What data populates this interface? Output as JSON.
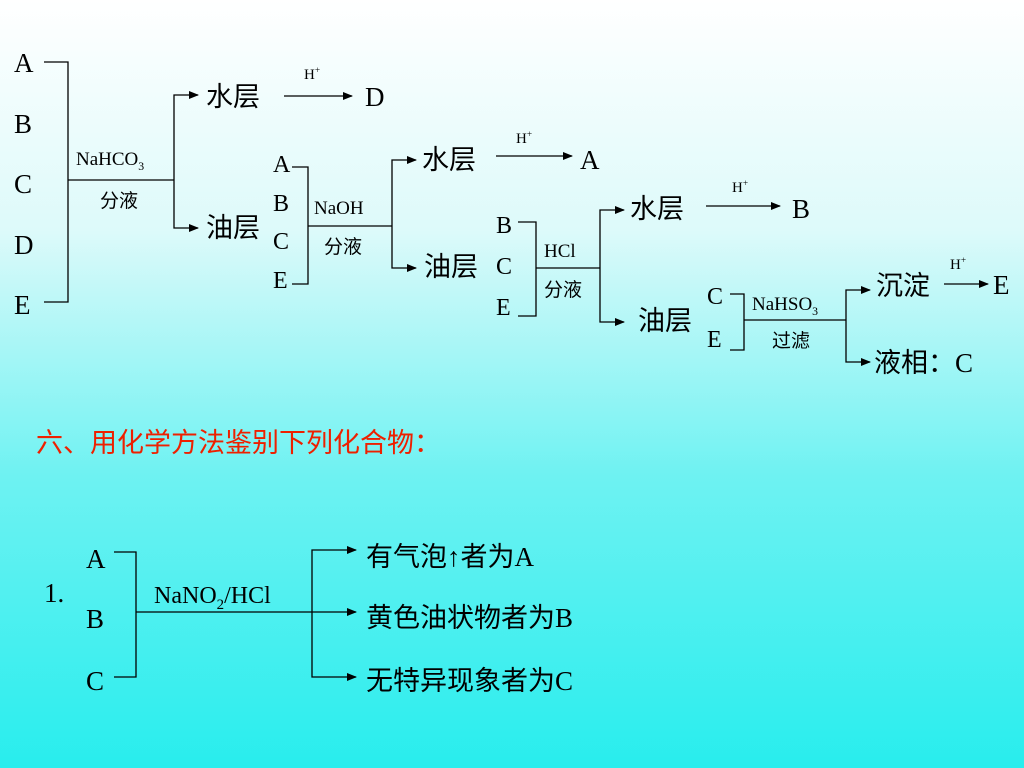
{
  "scheme1": {
    "mixture": [
      "A",
      "B",
      "C",
      "D",
      "E"
    ],
    "step1": {
      "reagent_main": "NaHCO",
      "reagent_sub": "3",
      "op": "分液",
      "aq": "水层",
      "acid": "H",
      "acid_sup": "+",
      "aq_product": "D",
      "org": "油层"
    },
    "step2": {
      "mixture": [
        "A",
        "B",
        "C",
        "E"
      ],
      "reagent": "NaOH",
      "op": "分液",
      "aq": "水层",
      "acid": "H",
      "acid_sup": "+",
      "aq_product": "A",
      "org": "油层"
    },
    "step3": {
      "mixture": [
        "B",
        "C",
        "E"
      ],
      "reagent": "HCl",
      "op": "分液",
      "aq": "水层",
      "acid": "H",
      "acid_sup": "+",
      "aq_product": "B",
      "org": "油层"
    },
    "step4": {
      "mixture": [
        "C",
        "E"
      ],
      "reagent_main": "NaHSO",
      "reagent_sub": "3",
      "op": "过滤",
      "precipitate": "沉淀",
      "acid": "H",
      "acid_sup": "+",
      "precip_product": "E",
      "liquid": "液相：C"
    }
  },
  "section_title": "六、用化学方法鉴别下列化合物：",
  "scheme2": {
    "number": "1.",
    "mixture": [
      "A",
      "B",
      "C"
    ],
    "reagent_a": "NaNO",
    "reagent_sub": "2",
    "reagent_b": "/HCl",
    "results": [
      "有气泡↑者为A",
      "黄色油状物者为B",
      "无特异现象者为C"
    ]
  },
  "colors": {
    "title": "#ee2000",
    "line": "#000000",
    "background_top": "#ffffff",
    "background_bottom": "#28eded"
  }
}
